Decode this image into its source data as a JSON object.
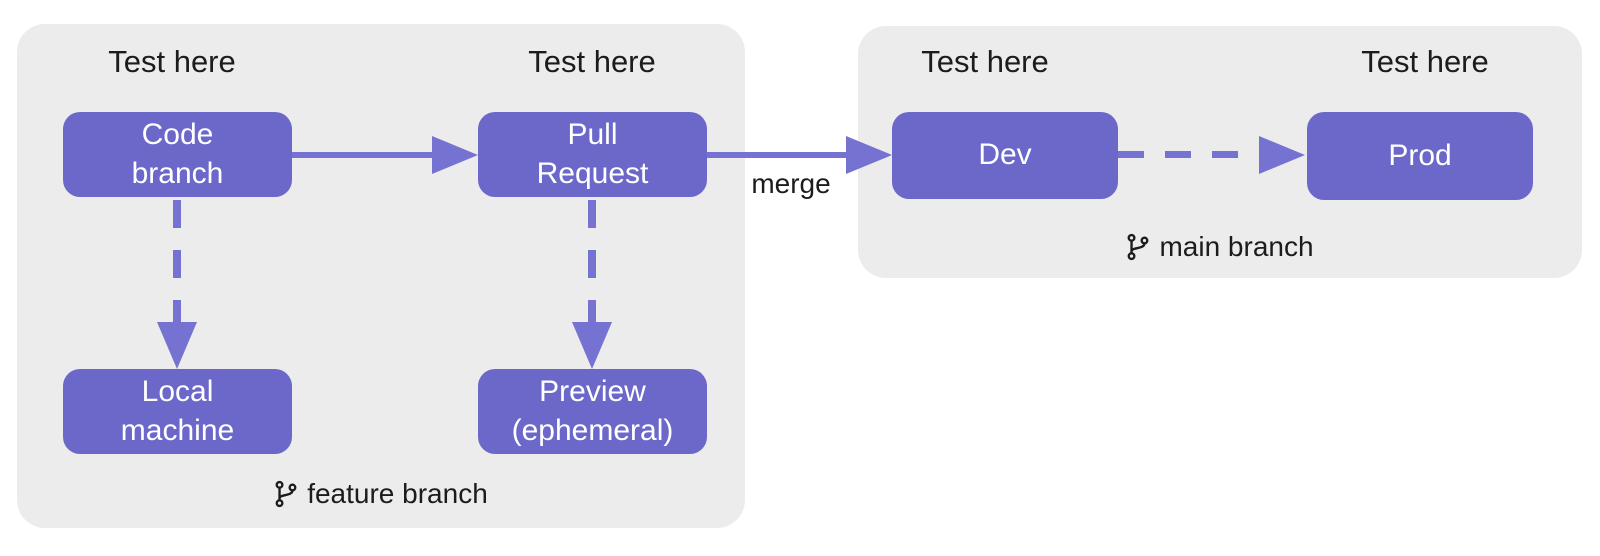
{
  "colors": {
    "page_bg": "#ffffff",
    "panel_bg": "#ececec",
    "node_fill": "#6b68ca",
    "node_text": "#ffffff",
    "arrow": "#7572d1",
    "text": "#1c1c1c"
  },
  "test_labels": [
    "Test here",
    "Test here",
    "Test here",
    "Test here"
  ],
  "nodes": {
    "code_branch": "Code\nbranch",
    "pull_request": "Pull\nRequest",
    "local_machine": "Local\nmachine",
    "preview": "Preview\n(ephemeral)",
    "dev": "Dev",
    "prod": "Prod"
  },
  "edge_labels": {
    "merge": "merge"
  },
  "branch_labels": {
    "feature": "feature branch",
    "main": "main branch"
  },
  "icons": {
    "feature": "git-branch-icon",
    "main": "git-branch-icon"
  }
}
